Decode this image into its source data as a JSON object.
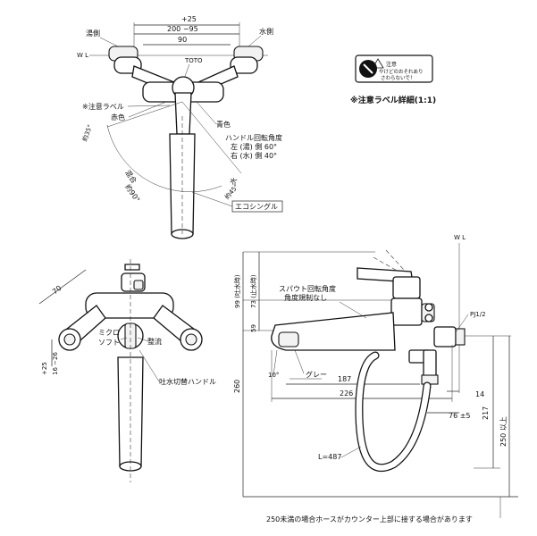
{
  "top_view": {
    "dim_plus25": "+25",
    "dim_200_95": "200 −95",
    "dim_90": "90",
    "label_hot_side": "湯側",
    "label_cold_side": "水側",
    "label_wl": "W L",
    "label_toto": "TOTO",
    "label_caution_label": "※注意ラベル",
    "label_red": "赤色",
    "label_blue": "青色",
    "label_about_35": "約35°",
    "label_mixed": "混合",
    "label_about_90": "約90°",
    "label_water": "水",
    "label_about_45": "約45°",
    "handle_angle_title": "ハンドル回転角度",
    "handle_angle_hot": "左 (湯) 側 60°",
    "handle_angle_cold": "右 (水) 側 40°",
    "eco_single": "エコシングル"
  },
  "caution_label": {
    "title": "注意",
    "line1": "やけどのおそれあり",
    "line2": "さわらないで！",
    "caption": "※注意ラベル詳細(1:1)"
  },
  "front_view": {
    "dim_70": "70",
    "dim_25": "+25",
    "dim_16_26": "16 −26",
    "label_micro": "ミクロ",
    "label_soft": "ソフト",
    "label_seiryu": "整流",
    "label_switch_handle": "吐水切替ハンドル"
  },
  "side_view": {
    "label_wl": "W L",
    "dim_99": "99 (吐水時)",
    "dim_73": "73 (止水時)",
    "dim_59": "59",
    "dim_260": "260",
    "spout_angle_1": "スパウト回転角度",
    "spout_angle_2": "角度規制なし",
    "label_pj": "PJ1/2",
    "label_10deg": "10°",
    "label_gray": "グレー",
    "dim_187": "187",
    "dim_226": "226",
    "dim_14": "14",
    "dim_76": "76 ±5",
    "dim_217": "217",
    "dim_250": "250 以上",
    "hose_length": "L=487"
  },
  "footnote": "250未満の場合ホースがカウンター上部に接する場合があります"
}
